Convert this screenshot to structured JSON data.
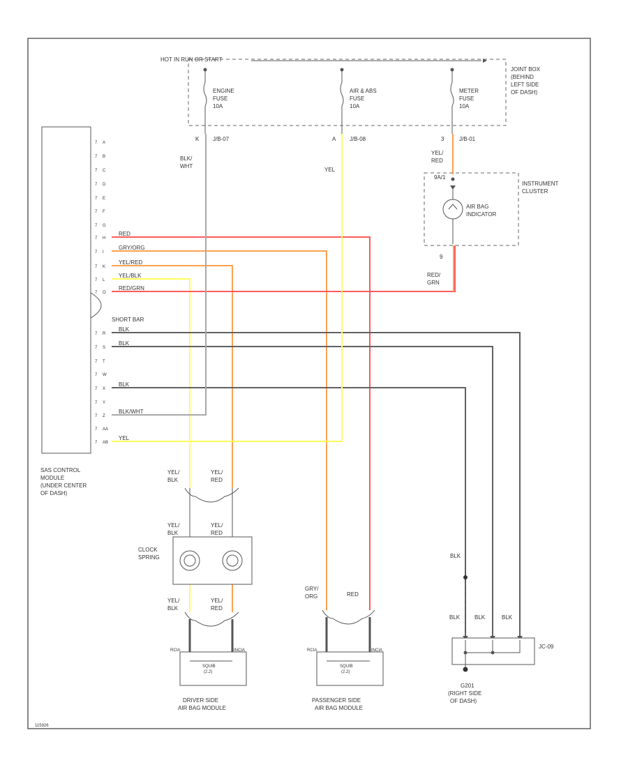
{
  "colors": {
    "red": "#ff5a5a",
    "orange": "#ffa050",
    "yellow": "#ffff5a",
    "black": "#606060",
    "gray": "#a8a8a8",
    "frame": "#555555"
  },
  "power": {
    "hot_label": "HOT IN RUN OR START"
  },
  "junction_box": {
    "label": [
      "JOINT BOX",
      "(BEHIND",
      "LEFT SIDE",
      "OF DASH)"
    ]
  },
  "fuses": [
    {
      "name": [
        "ENGINE",
        "FUSE",
        "10A"
      ],
      "pin": "K",
      "connector": "J/B-07"
    },
    {
      "name": [
        "AIR & ABS",
        "FUSE",
        "10A"
      ],
      "pin": "A",
      "connector": "J/B-08"
    },
    {
      "name": [
        "METER",
        "FUSE",
        "10A"
      ],
      "pin": "3",
      "connector": "J/B-01"
    }
  ],
  "wire_labels": {
    "engine_fuse": [
      "BLK/",
      "WHT"
    ],
    "airabs_fuse": [
      "YEL"
    ],
    "meter_fuse": [
      "YEL/",
      "RED"
    ],
    "indicator_out": [
      "RED/",
      "GRN"
    ],
    "cs_driver_left": [
      "YEL/",
      "BLK"
    ],
    "cs_driver_right": [
      "YEL/",
      "RED"
    ],
    "cs_top_left": [
      "YEL/",
      "BLK"
    ],
    "cs_top_right": [
      "YEL/",
      "RED"
    ],
    "drv_bottom_left": [
      "YEL/",
      "BLK"
    ],
    "drv_bottom_right": [
      "YEL/",
      "RED"
    ],
    "pass_left": [
      "GRY/",
      "ORG"
    ],
    "pass_right": [
      "RED"
    ],
    "ground_top": "BLK",
    "ground_row": [
      "BLK",
      "BLK",
      "BLK"
    ]
  },
  "cluster": {
    "label": [
      "INSTRUMENT",
      "CLUSTER"
    ],
    "indicator": [
      "AIR BAG",
      "INDICATOR"
    ],
    "pin_top": "9A/1",
    "pin_bottom": "9"
  },
  "module": {
    "label": [
      "SAS CONTROL",
      "MODULE",
      "(UNDER CENTER",
      "OF DASH)"
    ],
    "short_bar": "SHORT BAR",
    "pins": [
      {
        "num": "7",
        "letter": "A",
        "wire": ""
      },
      {
        "num": "7",
        "letter": "B",
        "wire": ""
      },
      {
        "num": "7",
        "letter": "C",
        "wire": ""
      },
      {
        "num": "7",
        "letter": "D",
        "wire": ""
      },
      {
        "num": "7",
        "letter": "E",
        "wire": ""
      },
      {
        "num": "7",
        "letter": "F",
        "wire": ""
      },
      {
        "num": "7",
        "letter": "G",
        "wire": ""
      },
      {
        "num": "7",
        "letter": "H",
        "wire": "RED"
      },
      {
        "num": "7",
        "letter": "I",
        "wire": "GRY/ORG"
      },
      {
        "num": "7",
        "letter": "K",
        "wire": "YEL/RED"
      },
      {
        "num": "7",
        "letter": "L",
        "wire": "YEL/BLK"
      },
      {
        "num": "7",
        "letter": "O",
        "wire": "RED/GRN"
      },
      {
        "num": "7",
        "letter": "R",
        "wire": "BLK"
      },
      {
        "num": "7",
        "letter": "S",
        "wire": "BLK"
      },
      {
        "num": "7",
        "letter": "T",
        "wire": ""
      },
      {
        "num": "7",
        "letter": "W",
        "wire": ""
      },
      {
        "num": "7",
        "letter": "X",
        "wire": "BLK"
      },
      {
        "num": "7",
        "letter": "Y",
        "wire": ""
      },
      {
        "num": "7",
        "letter": "Z",
        "wire": "BLK/WHT"
      },
      {
        "num": "7",
        "letter": "AA",
        "wire": ""
      },
      {
        "num": "7",
        "letter": "AB",
        "wire": "YEL"
      }
    ]
  },
  "clock_spring": {
    "label": [
      "CLOCK",
      "SPRING"
    ]
  },
  "driver_module": {
    "label": [
      "DRIVER SIDE",
      "AIR BAG MODULE"
    ],
    "pins": [
      "RCIA",
      "INCIA"
    ],
    "inner": [
      "SQUIB",
      "(2.2)"
    ]
  },
  "passenger_module": {
    "label": [
      "PASSENGER SIDE",
      "AIR BAG MODULE"
    ],
    "pins": [
      "RCIA",
      "INCIA"
    ],
    "inner": [
      "SQUIB",
      "(2.2)"
    ]
  },
  "ground_block": {
    "connector": "JC-09",
    "label": [
      "G201",
      "(RIGHT SIDE",
      "OF DASH)"
    ]
  },
  "footer": {
    "code": "115926"
  }
}
